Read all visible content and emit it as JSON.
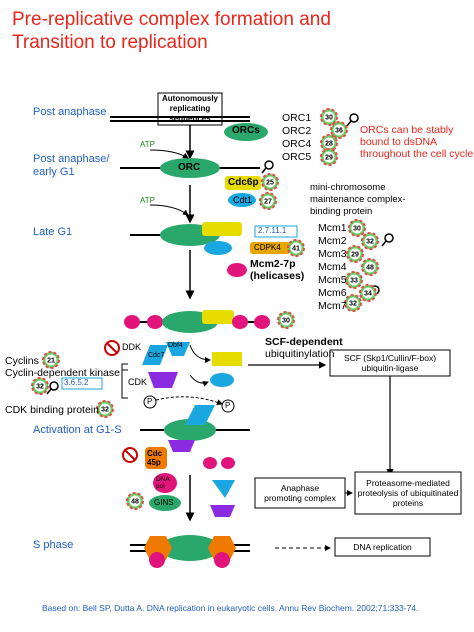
{
  "title_line1": "Pre-replicative complex formation and",
  "title_line2": "Transition to replication",
  "stages": {
    "post_anaphase": "Post anaphase",
    "post_anaphase_g1_a": "Post anaphase/",
    "post_anaphase_g1_b": "early G1",
    "late_g1": "Late G1",
    "activation": "Activation at G1-S",
    "s_phase": "S phase"
  },
  "ars_box": [
    "Autonomously",
    "replicating",
    "sequences"
  ],
  "orcs_label": "ORCs",
  "orc_label": "ORC",
  "atp1": "ATP",
  "atp2": "ATP",
  "orc_list": [
    "ORC1",
    "ORC2",
    "ORC4",
    "ORC5"
  ],
  "orc_badges": [
    "30",
    "36",
    "28",
    "29"
  ],
  "orc_note": [
    "ORCs can be stably",
    "bound to dsDNA",
    "throughout the cell cycle"
  ],
  "cdc6p": "Cdc6p",
  "cdc6_badge": "25",
  "cdt1": "Cdt1",
  "cdt1_badge": "27",
  "mcm_desc": [
    "mini-chromosome",
    "maintenance complex-",
    "binding protein"
  ],
  "mcm_list": [
    "Mcm1",
    "Mcm2",
    "Mcm3",
    "Mcm4",
    "Mcm5",
    "Mcm6",
    "Mcm7"
  ],
  "mcm_badges": [
    "30",
    "32",
    "29",
    "48",
    "33",
    "34",
    "32"
  ],
  "ec_number_1": "2.7.11.1",
  "cdpk4": "CDPK4",
  "cdpk4_badge": "41",
  "mcm27p_a": "Mcm2-7p",
  "mcm27p_b": "(helicases)",
  "scf_a": "SCF-dependent",
  "scf_b": "ubiquitinylation",
  "scf_badge": "30",
  "scf_box": [
    "SCF (Skp1/Cullin/F-box)",
    "ubiquitin-ligase"
  ],
  "ddk": "DDK",
  "dbf4": "Dbf4",
  "cdc7": "Cdc7",
  "cyclins": "Cyclins",
  "cyclins_badge": "21",
  "cdk_kinase": "Cyclin-dependent kinase",
  "cdk_badge": "32",
  "ec_number_2": "3.6.5.2",
  "cdk": "CDK",
  "cdk_binding": "CDK binding protein",
  "cdk_binding_badge": "32",
  "p": "P",
  "cdc45p_a": "Cdc",
  "cdc45p_b": "45p",
  "dna_pol_a": "DNA",
  "dna_pol_b": "pol",
  "gins": "GINS",
  "gins_badge": "48",
  "apc_box": [
    "Anaphase",
    "promoting complex"
  ],
  "proteasome_box": [
    "Proteasome-mediated",
    "proteolysis of ubiquitinated",
    "proteins"
  ],
  "dna_replication": "DNA replication",
  "citation": "Based on: Bell SP, Dutta A. DNA replication in eukaryotic cells. Annu Rev Biochem. 2002;71:333-74.",
  "colors": {
    "title": "#e8261a",
    "stage": "#1f5fbf",
    "orc_green": "#2aa86b",
    "mcm_yellow": "#e6dc00",
    "magenta": "#e0147a",
    "cyan": "#1aa7e0",
    "purple": "#8a2be2",
    "orange": "#f07a00"
  },
  "icons": [
    "magnifier-icon",
    "no-entry-icon",
    "pie-badge-icon"
  ]
}
